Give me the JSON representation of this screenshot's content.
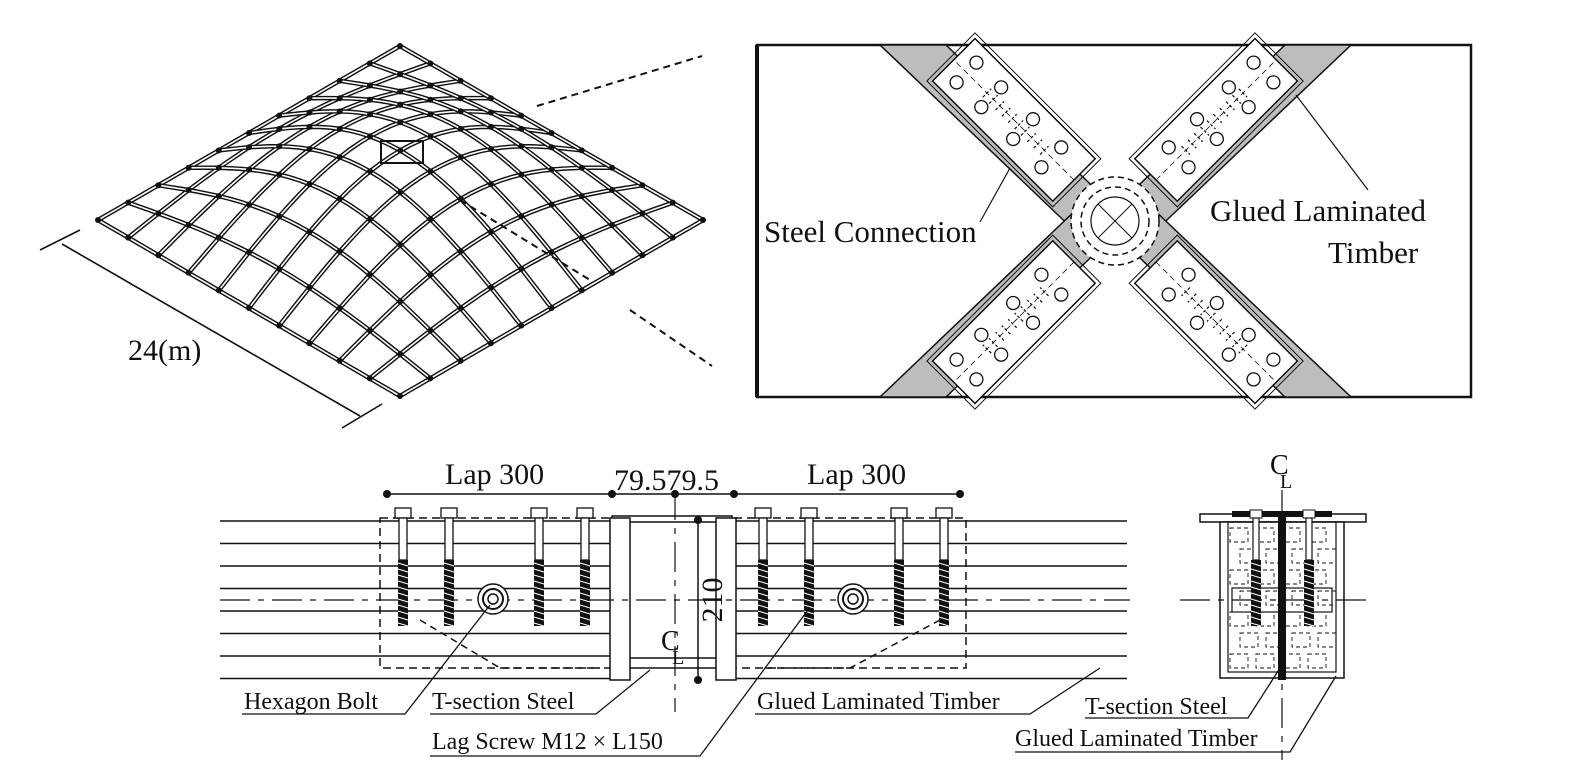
{
  "dome": {
    "span_label": "24(m)"
  },
  "joint_plan": {
    "steel_connection_label": "Steel Connection",
    "glulam_label_line1": "Glued Laminated",
    "glulam_label_line2": "Timber"
  },
  "section": {
    "lap_left": "Lap 300",
    "lap_right": "Lap 300",
    "gap_dims": "79.579.5",
    "depth_dim": "210",
    "centerline_symbol": "C",
    "centerline_sub": "L",
    "hexagon_bolt_label": "Hexagon Bolt",
    "t_section_label": "T-section Steel",
    "lag_screw_label": "Lag Screw M12 × L150",
    "glulam_label": "Glued Laminated Timber"
  },
  "end_view": {
    "centerline_symbol": "C",
    "centerline_sub": "L",
    "t_section_label": "T-section Steel",
    "glulam_label": "Glued Laminated Timber"
  },
  "colors": {
    "line": "#111111",
    "timber_fill": "#bdbdbd",
    "steel_plate_fill": "#ffffff"
  }
}
